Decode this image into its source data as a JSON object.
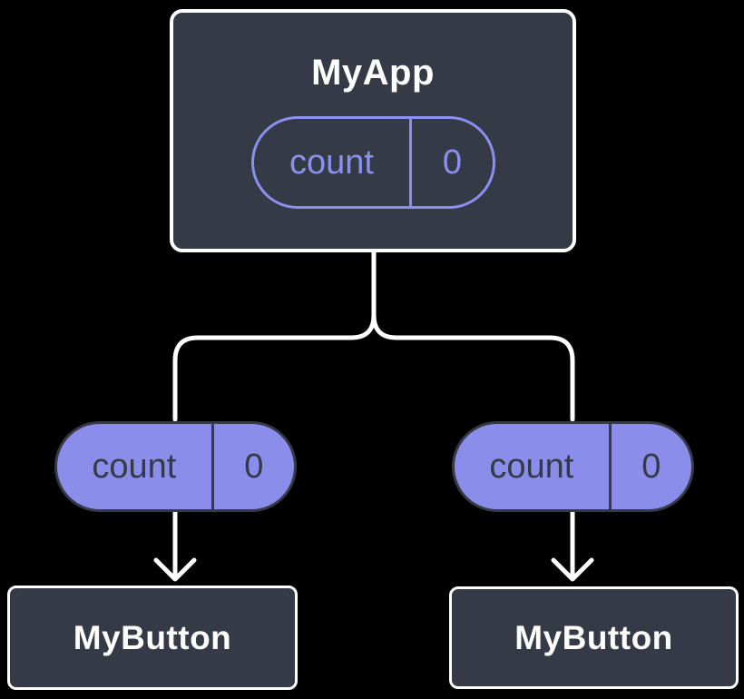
{
  "diagram": {
    "description": "Component tree with lifted state: parent component holds count state passed as props to two child buttons",
    "root": {
      "title": "MyApp",
      "state": {
        "name": "count",
        "value": "0"
      }
    },
    "children": [
      {
        "title": "MyButton",
        "prop": {
          "name": "count",
          "value": "0"
        }
      },
      {
        "title": "MyButton",
        "prop": {
          "name": "count",
          "value": "0"
        }
      }
    ],
    "colors": {
      "background": "#000000",
      "node_fill": "#343A46",
      "node_border": "#FFFFFF",
      "accent_outline": "#8B90F0",
      "pill_fill": "#8A8DE9",
      "pill_text_dark": "#343A46",
      "connector": "#FFFFFF"
    }
  }
}
